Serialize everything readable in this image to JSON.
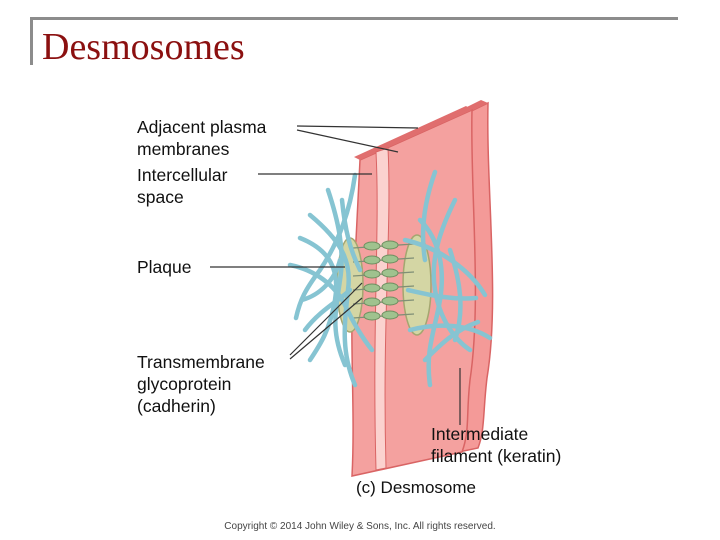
{
  "slide": {
    "title": "Desmosomes",
    "copyright": "Copyright © 2014 John Wiley & Sons, Inc. All rights reserved."
  },
  "figure": {
    "caption": "(c) Desmosome",
    "labels": {
      "adjacent_membranes": [
        "Adjacent plasma",
        "membranes"
      ],
      "intercellular_space": [
        "Intercellular",
        "space"
      ],
      "plaque": [
        "Plaque"
      ],
      "transmembrane": [
        "Transmembrane",
        "glycoprotein",
        "(cadherin)"
      ],
      "intermediate_filament": [
        "Intermediate",
        "filament (keratin)"
      ]
    },
    "colors": {
      "membrane": "#f08a8a",
      "membrane_dark": "#d96464",
      "plaque": "#d4d6a4",
      "filament": "#86c4d2",
      "cadherin": "#9fc28e",
      "title": "#8b1010"
    }
  }
}
